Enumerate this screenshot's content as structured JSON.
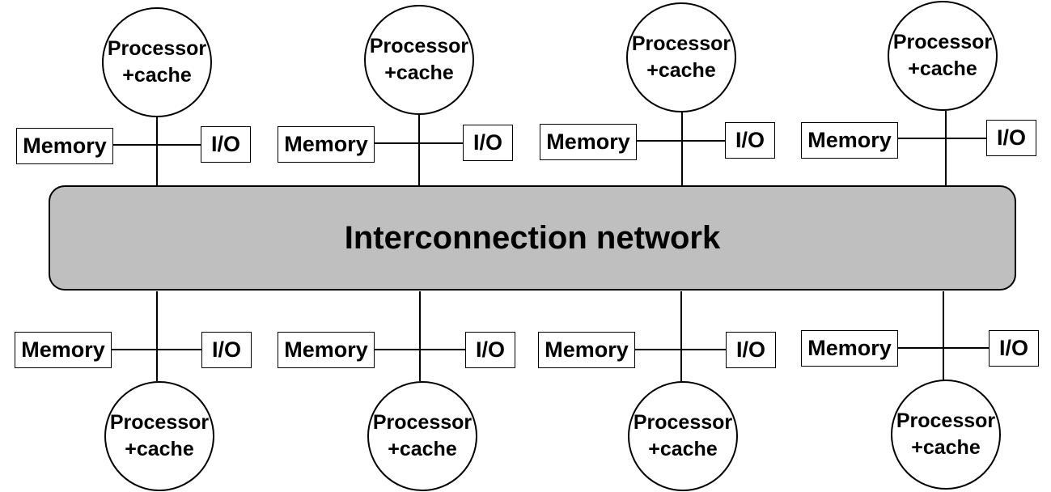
{
  "network": {
    "label": "Interconnection network",
    "fill": "#bfbfbf"
  },
  "nodes": {
    "top": [
      {
        "processor": "Processor",
        "cache": "+cache",
        "memory": "Memory",
        "io": "I/O"
      },
      {
        "processor": "Processor",
        "cache": "+cache",
        "memory": "Memory",
        "io": "I/O"
      },
      {
        "processor": "Processor",
        "cache": "+cache",
        "memory": "Memory",
        "io": "I/O"
      },
      {
        "processor": "Processor",
        "cache": "+cache",
        "memory": "Memory",
        "io": "I/O"
      }
    ],
    "bottom": [
      {
        "processor": "Processor",
        "cache": "+cache",
        "memory": "Memory",
        "io": "I/O"
      },
      {
        "processor": "Processor",
        "cache": "+cache",
        "memory": "Memory",
        "io": "I/O"
      },
      {
        "processor": "Processor",
        "cache": "+cache",
        "memory": "Memory",
        "io": "I/O"
      },
      {
        "processor": "Processor",
        "cache": "+cache",
        "memory": "Memory",
        "io": "I/O"
      }
    ]
  }
}
